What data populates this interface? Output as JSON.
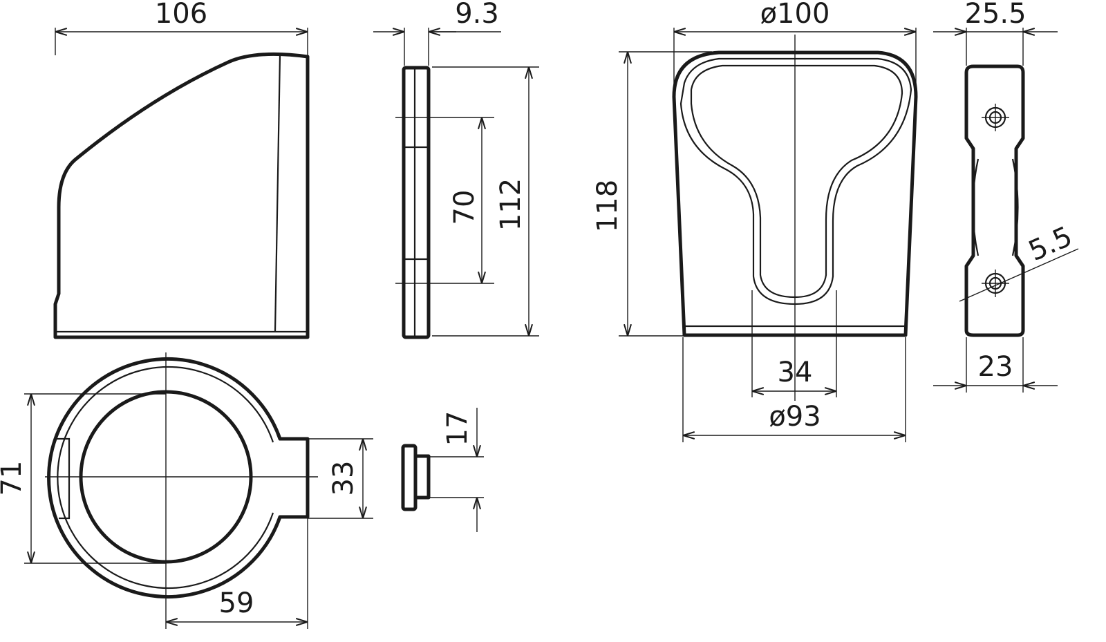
{
  "dimensions": {
    "side_width": "106",
    "thickness": "9.3",
    "outer_diameter": "ø100",
    "plate_width_top": "25.5",
    "hole_spacing": "70",
    "plate_height": "112",
    "total_height": "118",
    "hole_diameter": "5.5",
    "slot_width": "34",
    "base_diameter": "ø93",
    "plate_width_bottom": "23",
    "ring_depth": "71",
    "tab_height": "33",
    "small_part": "17",
    "center_to_tab": "59"
  }
}
